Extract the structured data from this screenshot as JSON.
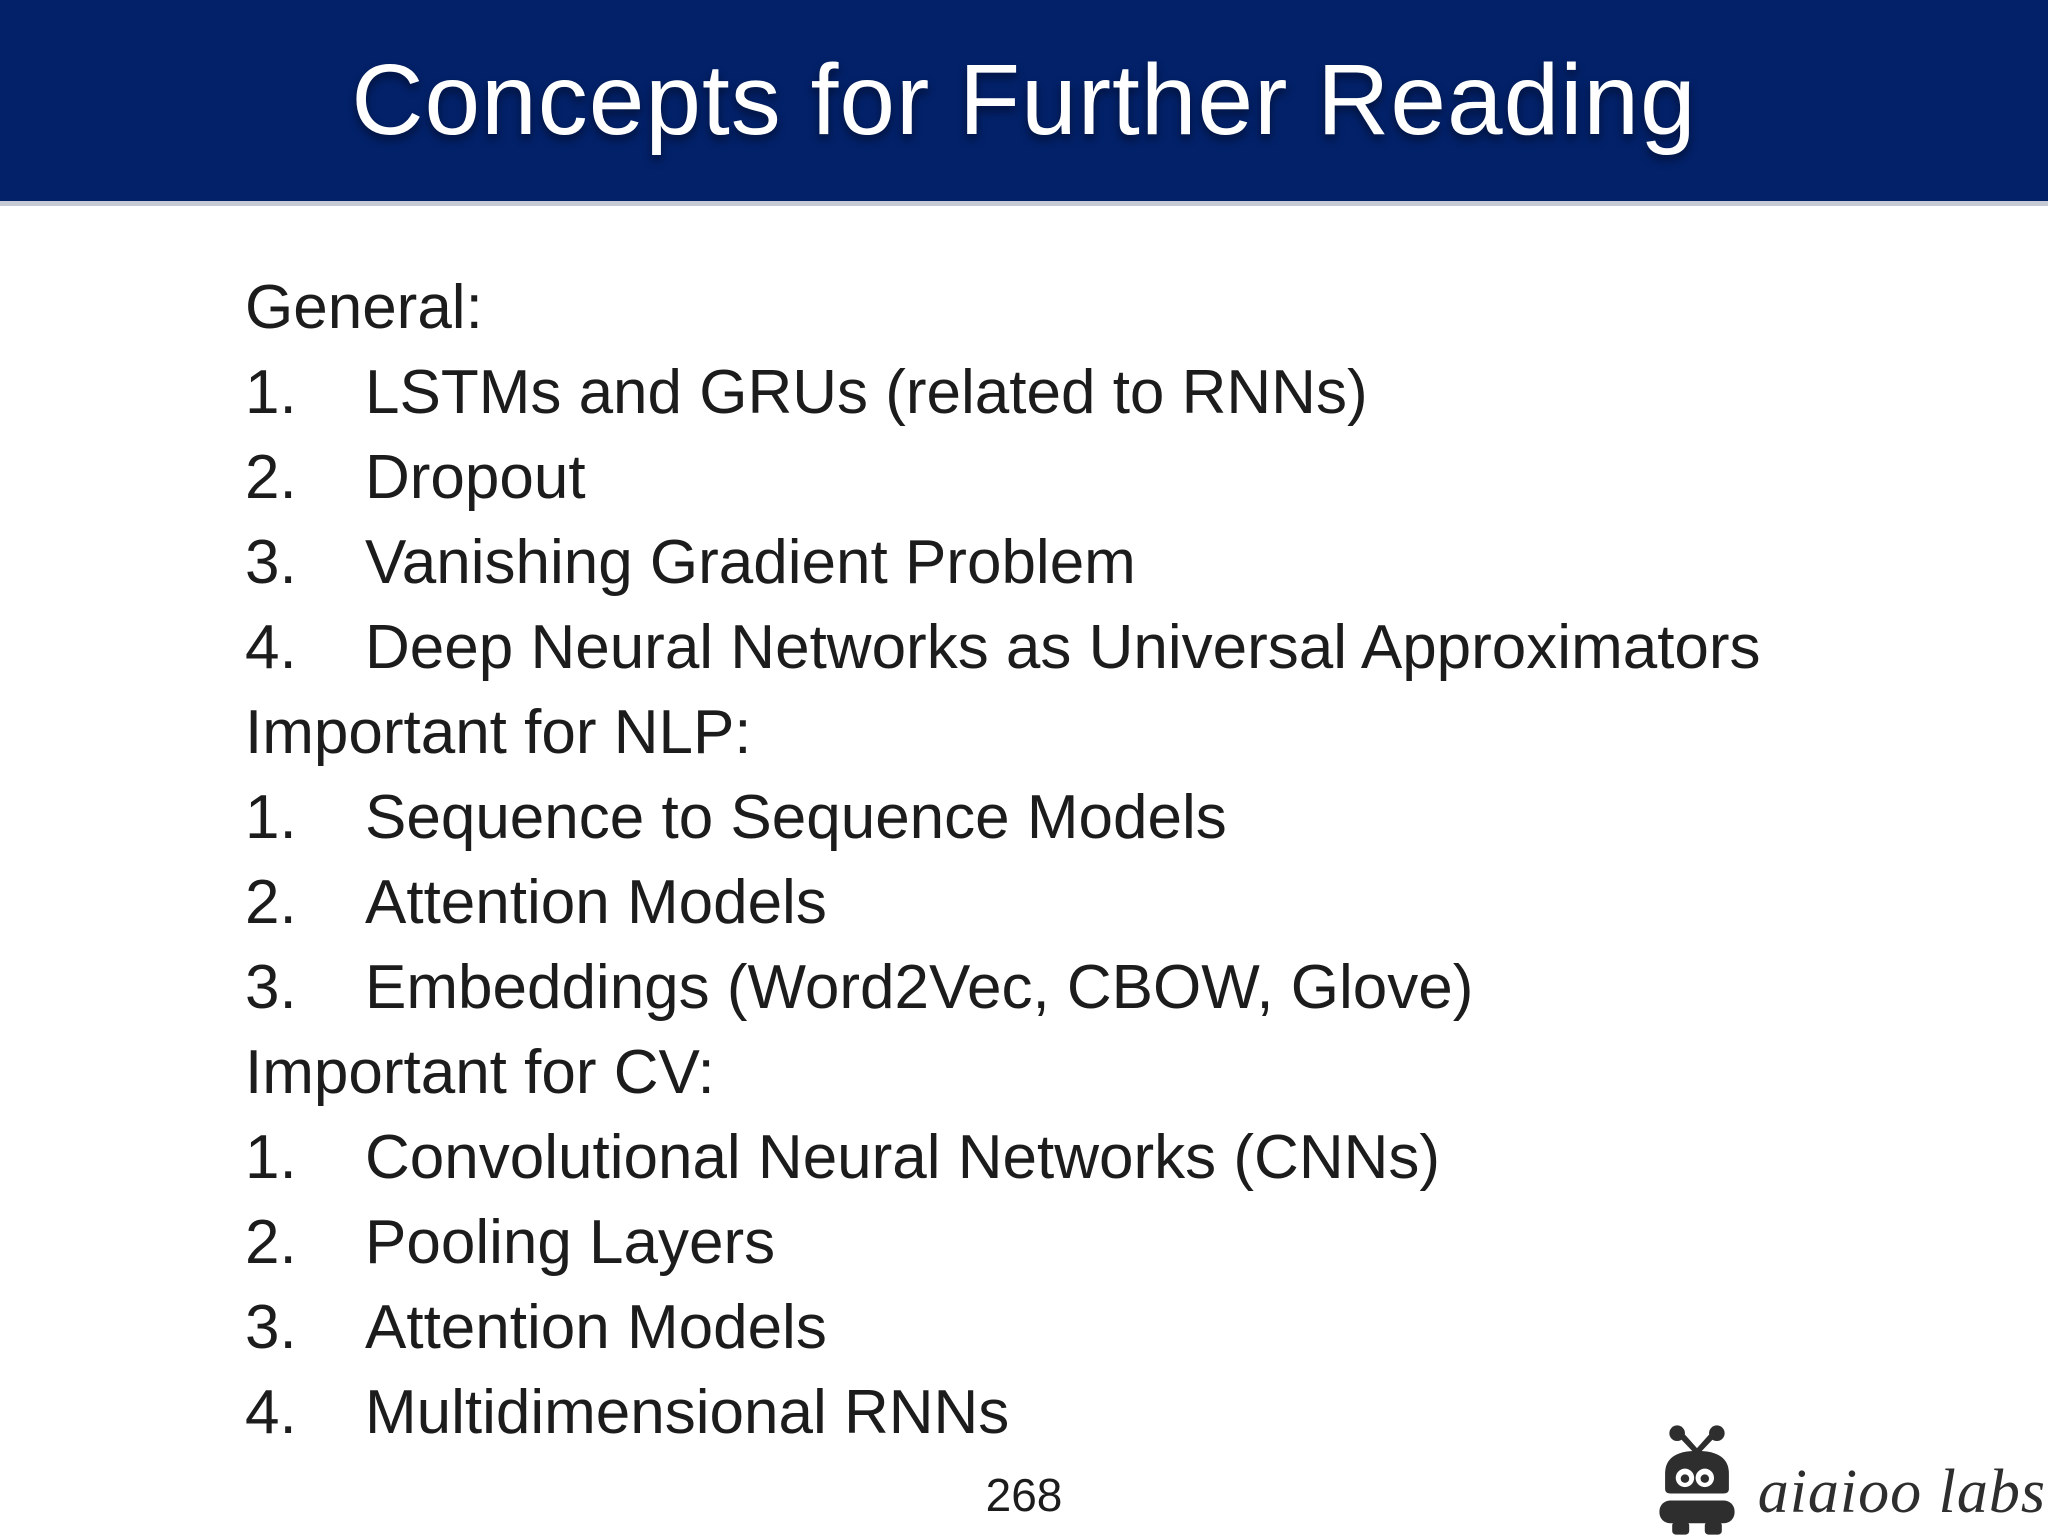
{
  "slide": {
    "title": "Concepts for Further Reading",
    "page_number": "268",
    "sections": [
      {
        "heading": "General:",
        "items": [
          {
            "n": "1.",
            "t": "LSTMs and GRUs (related to RNNs)"
          },
          {
            "n": "2.",
            "t": "Dropout"
          },
          {
            "n": "3.",
            "t": "Vanishing Gradient Problem"
          },
          {
            "n": "4.",
            "t": "Deep Neural Networks as Universal Approximators"
          }
        ]
      },
      {
        "heading": "Important for NLP:",
        "items": [
          {
            "n": "1.",
            "t": "Sequence to Sequence Models"
          },
          {
            "n": "2.",
            "t": "Attention Models"
          },
          {
            "n": "3.",
            "t": "Embeddings (Word2Vec, CBOW, Glove)"
          }
        ]
      },
      {
        "heading": "Important for CV:",
        "items": [
          {
            "n": "1.",
            "t": "Convolutional Neural Networks (CNNs)"
          },
          {
            "n": "2.",
            "t": "Pooling Layers"
          },
          {
            "n": "3.",
            "t": "Attention Models"
          },
          {
            "n": "4.",
            "t": "Multidimensional RNNs"
          }
        ]
      }
    ],
    "logo": {
      "text": "aiaioo labs",
      "robot_icon": "aiaioo-robot-icon"
    },
    "colors": {
      "header_bg": "#032169",
      "title_text": "#ffffff",
      "body_text": "#1c1c1c",
      "header_border": "#c6cad4",
      "logo": "#2e2e2e"
    }
  }
}
